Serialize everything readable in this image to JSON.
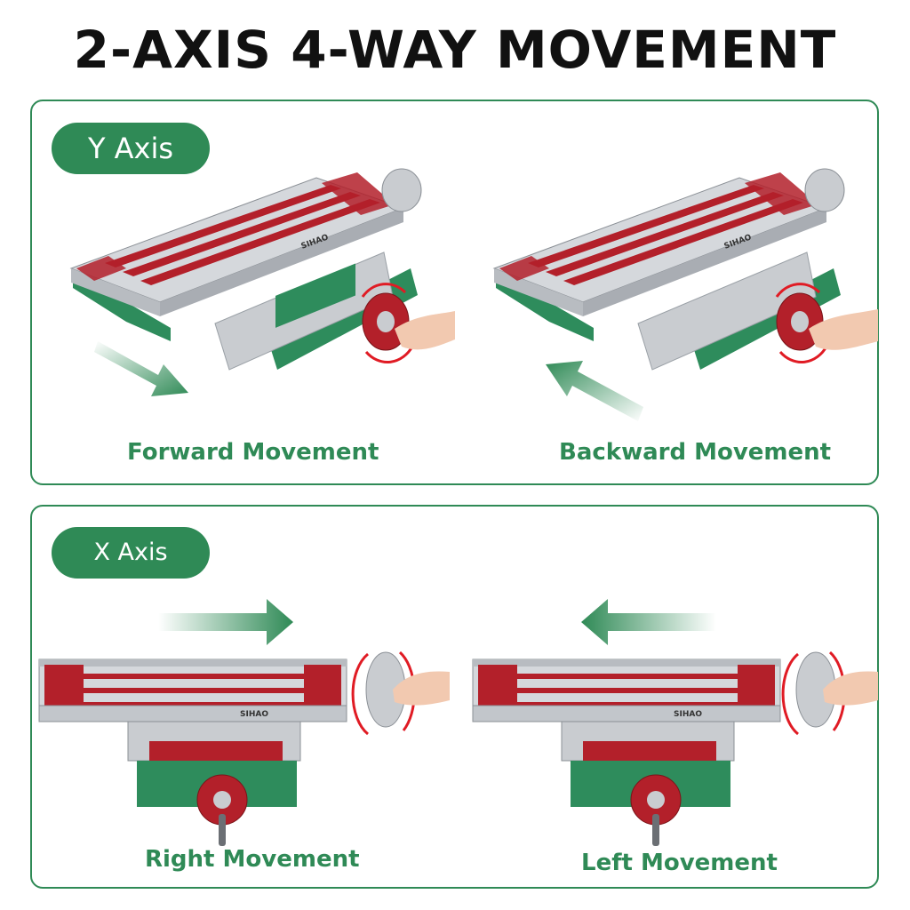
{
  "title": "2-AXIS 4-WAY MOVEMENT",
  "y_axis": {
    "label": "Y Axis",
    "left_caption": "Forward Movement",
    "right_caption": "Backward Movement"
  },
  "x_axis": {
    "label": "X Axis",
    "left_caption": "Right Movement",
    "right_caption": "Left Movement"
  },
  "brand": "SIHAO",
  "colors": {
    "accent": "#2f8a56",
    "table_red": "#b3202a",
    "steel": "#c9ccd0",
    "base_green": "#2e8c5c"
  }
}
